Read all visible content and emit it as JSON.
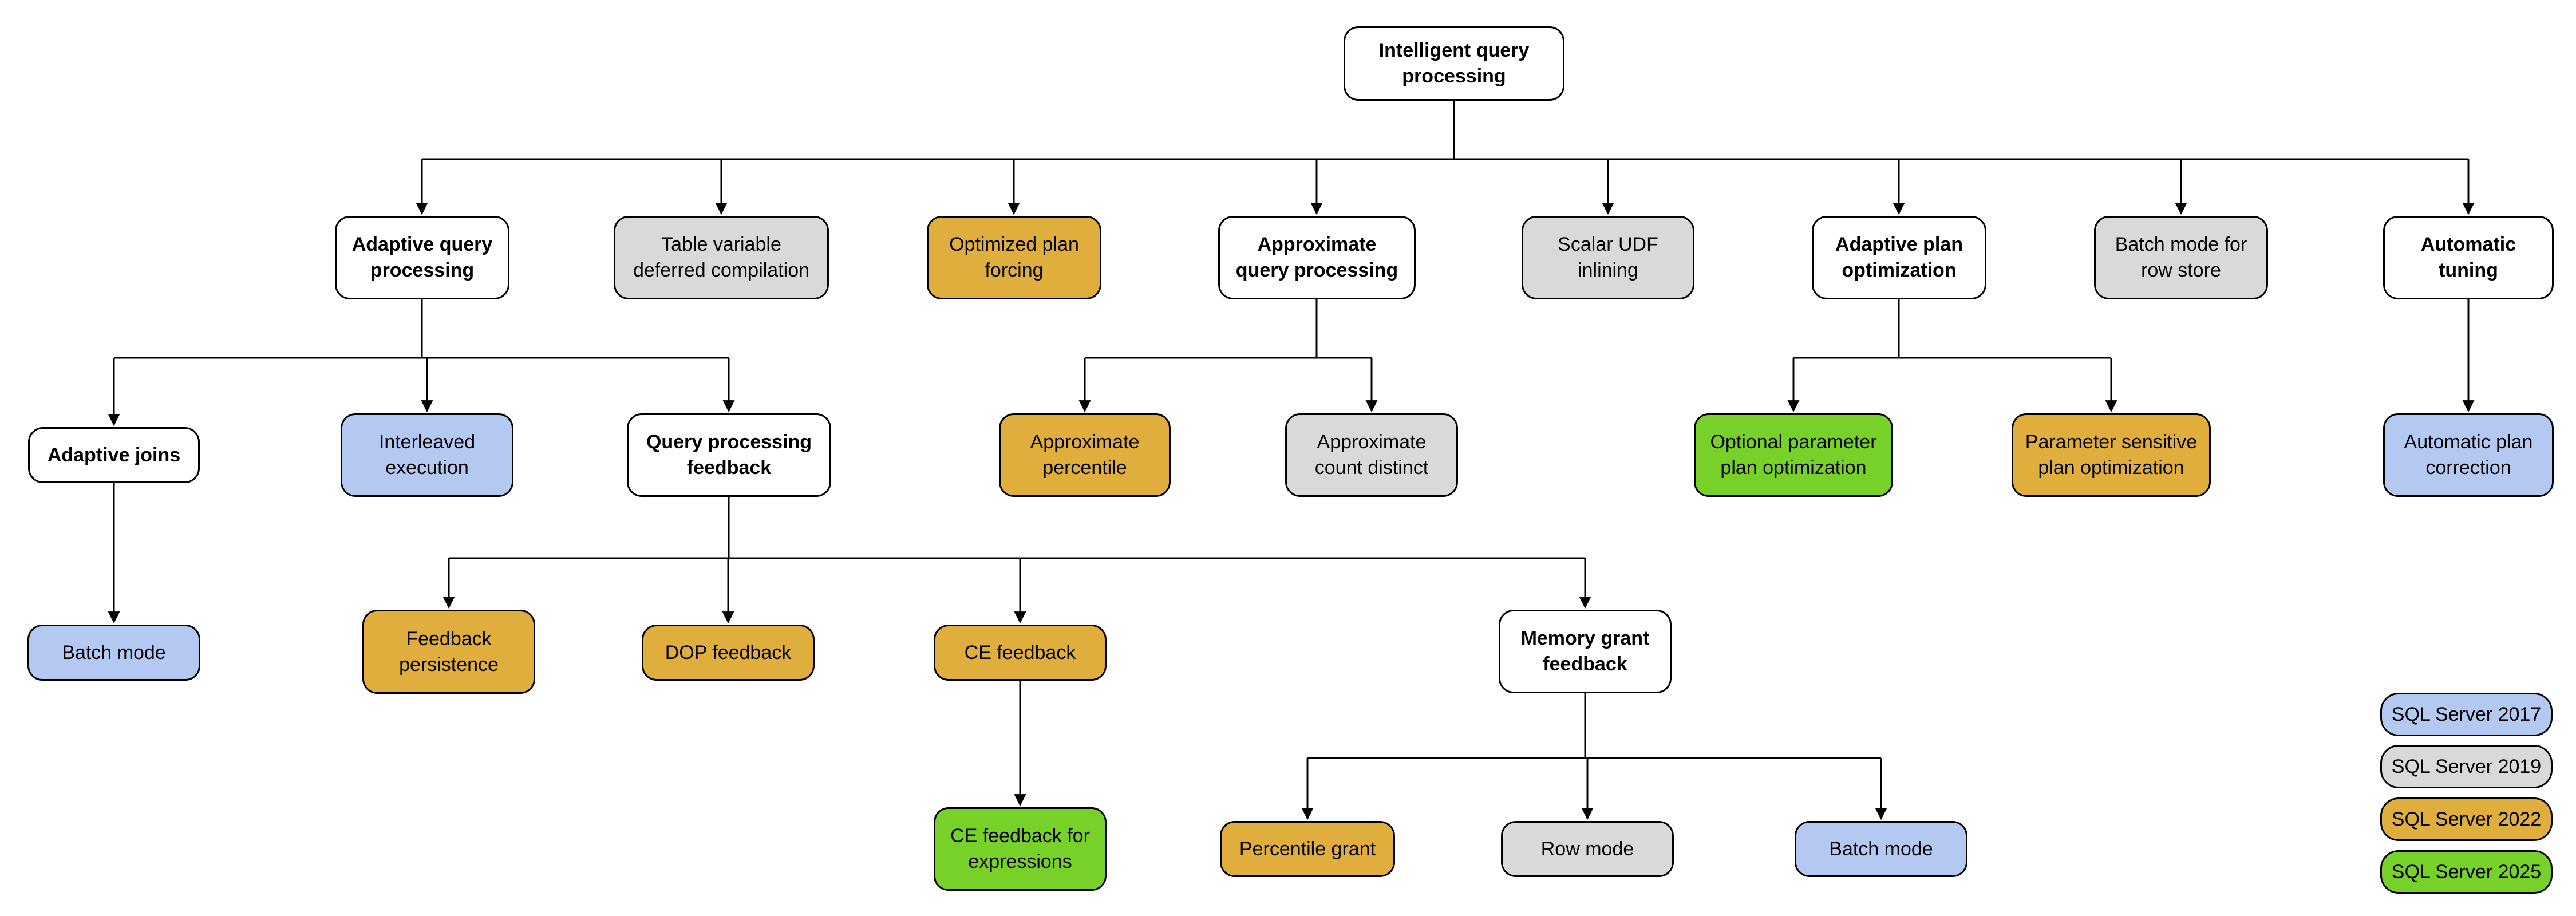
{
  "nodes": [
    {
      "id": "intelligent-query-processing",
      "label": "Intelligent query\nprocessing",
      "version": "none"
    },
    {
      "id": "adaptive-query-processing",
      "label": "Adaptive query\nprocessing",
      "version": "none"
    },
    {
      "id": "table-variable-deferred-compilation",
      "label": "Table variable\ndeferred compilation",
      "version": "2019"
    },
    {
      "id": "optimized-plan-forcing",
      "label": "Optimized plan\nforcing",
      "version": "2022"
    },
    {
      "id": "approximate-query-processing",
      "label": "Approximate\nquery processing",
      "version": "none"
    },
    {
      "id": "scalar-udf-inlining",
      "label": "Scalar UDF\ninlining",
      "version": "2019"
    },
    {
      "id": "adaptive-plan-optimization",
      "label": "Adaptive plan\noptimization",
      "version": "none"
    },
    {
      "id": "batch-mode-for-row-store",
      "label": "Batch mode for\nrow store",
      "version": "2019"
    },
    {
      "id": "automatic-tuning",
      "label": "Automatic\ntuning",
      "version": "none"
    },
    {
      "id": "adaptive-joins",
      "label": "Adaptive joins",
      "version": "none"
    },
    {
      "id": "interleaved-execution",
      "label": "Interleaved\nexecution",
      "version": "2017"
    },
    {
      "id": "query-processing-feedback",
      "label": "Query processing\nfeedback",
      "version": "none"
    },
    {
      "id": "approximate-percentile",
      "label": "Approximate\npercentile",
      "version": "2022"
    },
    {
      "id": "approximate-count-distinct",
      "label": "Approximate\ncount distinct",
      "version": "2019"
    },
    {
      "id": "optional-parameter-plan-optimization",
      "label": "Optional parameter\nplan optimization",
      "version": "2025"
    },
    {
      "id": "parameter-sensitive-plan-optimization",
      "label": "Parameter sensitive\nplan optimization",
      "version": "2022"
    },
    {
      "id": "automatic-plan-correction",
      "label": "Automatic plan\ncorrection",
      "version": "2017"
    },
    {
      "id": "batch-mode-adaptive",
      "label": "Batch mode",
      "version": "2017"
    },
    {
      "id": "feedback-persistence",
      "label": "Feedback\npersistence",
      "version": "2022"
    },
    {
      "id": "dop-feedback",
      "label": "DOP feedback",
      "version": "2022"
    },
    {
      "id": "ce-feedback",
      "label": "CE feedback",
      "version": "2022"
    },
    {
      "id": "memory-grant-feedback",
      "label": "Memory grant\nfeedback",
      "version": "none"
    },
    {
      "id": "ce-feedback-for-expressions",
      "label": "CE feedback for\nexpressions",
      "version": "2025"
    },
    {
      "id": "percentile-grant",
      "label": "Percentile grant",
      "version": "2022"
    },
    {
      "id": "row-mode",
      "label": "Row mode",
      "version": "2019"
    },
    {
      "id": "batch-mode-memory",
      "label": "Batch mode",
      "version": "2017"
    }
  ],
  "legend": [
    {
      "label": "SQL Server 2017",
      "version": "2017"
    },
    {
      "label": "SQL Server 2019",
      "version": "2019"
    },
    {
      "label": "SQL Server 2022",
      "version": "2022"
    },
    {
      "label": "SQL Server 2025",
      "version": "2025"
    }
  ],
  "colors": {
    "none": "#ffffff",
    "2017": "#b3c9f2",
    "2019": "#d9d9d9",
    "2022": "#dfae3c",
    "2025": "#77d128",
    "border": "#000000",
    "connector": "#000000"
  }
}
